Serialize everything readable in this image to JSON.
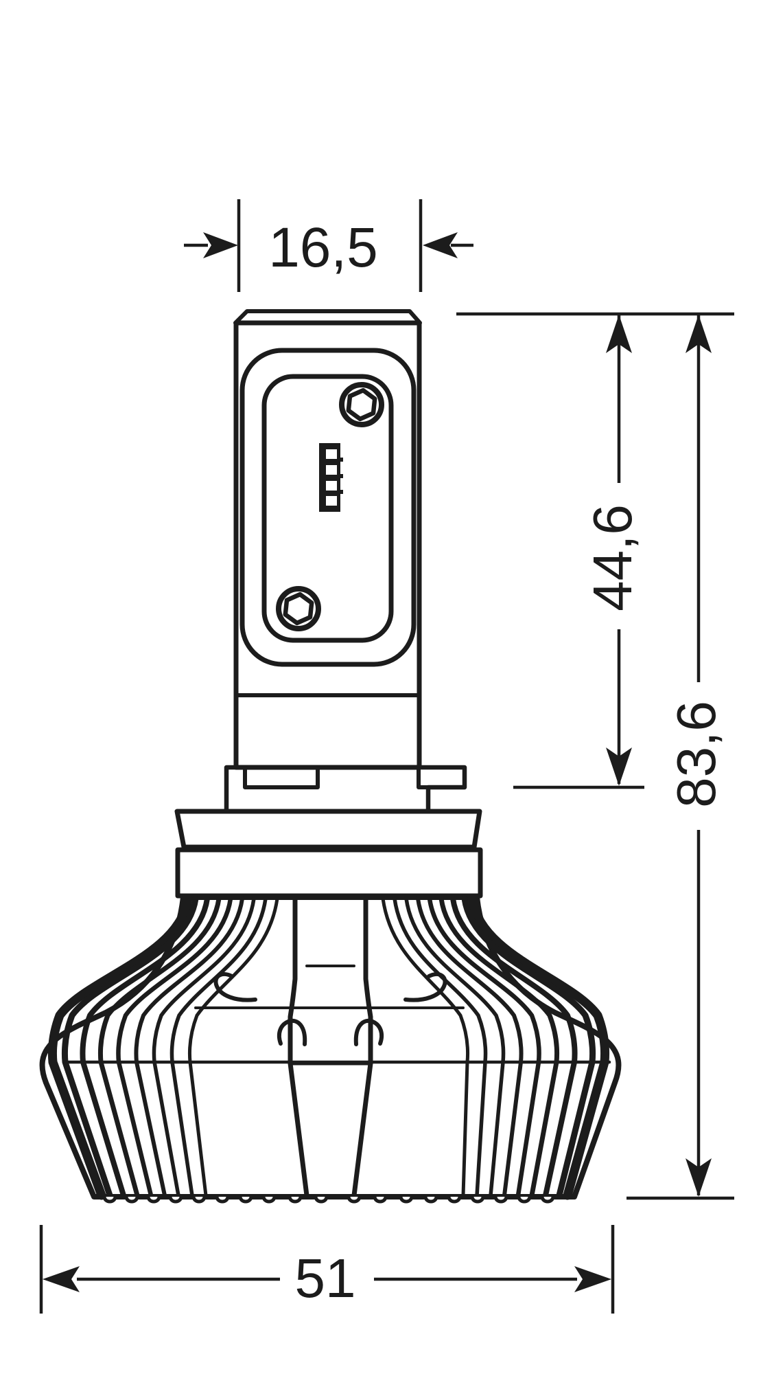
{
  "dimensions": {
    "top_width": "16,5",
    "upper_height": "44,6",
    "total_height": "83,6",
    "base_width": "51"
  },
  "colors": {
    "ink": "#1c1c1c",
    "background": "#ffffff"
  }
}
